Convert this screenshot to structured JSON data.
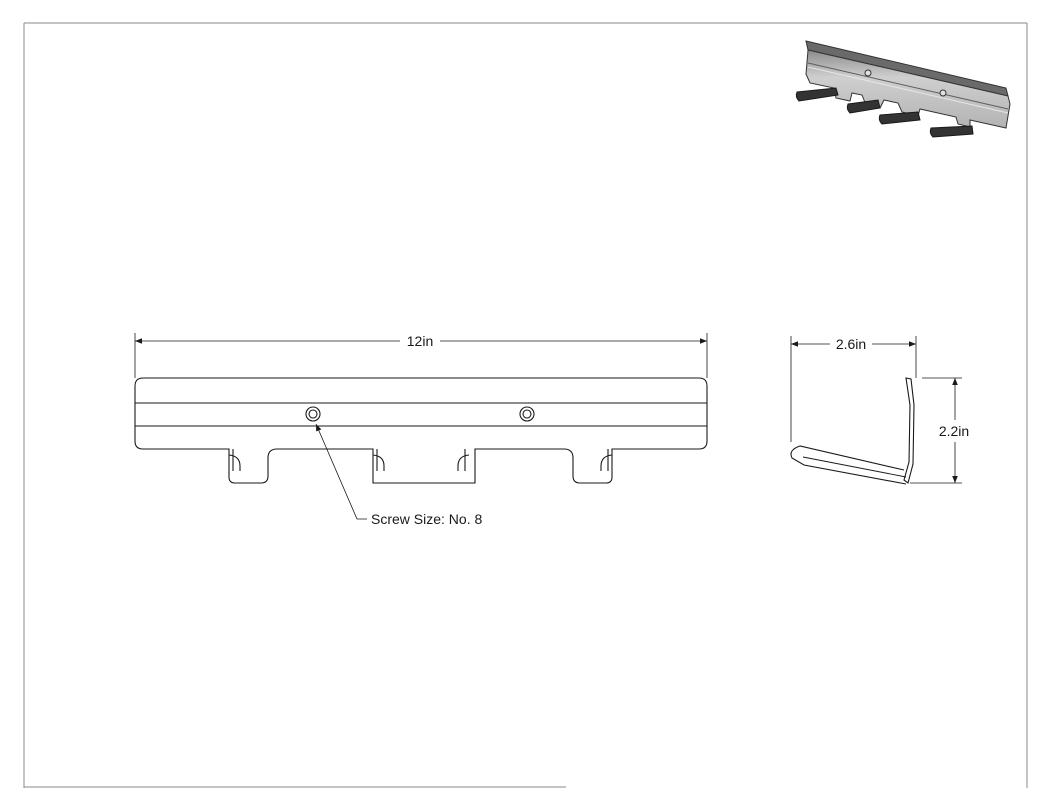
{
  "drawing": {
    "front_view": {
      "width_label": "12in"
    },
    "side_view": {
      "depth_label": "2.6in",
      "height_label": "2.2in"
    },
    "callout": {
      "screw_label": "Screw Size: No. 8"
    }
  },
  "colors": {
    "line": "#1a1a1a",
    "border": "#8a8a8a",
    "metal_light": "#d4d4d4",
    "metal_mid": "#a9a9a9",
    "metal_dark": "#5e5e5e",
    "rubber": "#333333"
  }
}
